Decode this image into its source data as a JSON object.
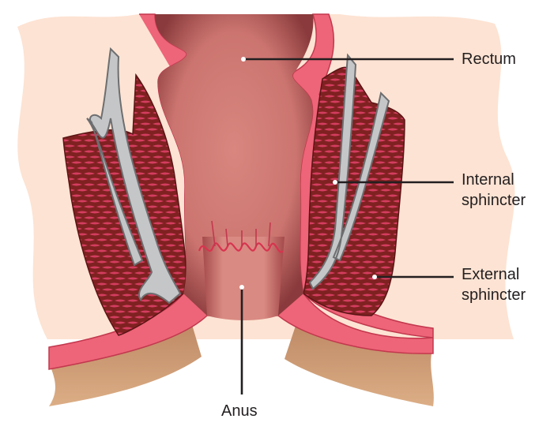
{
  "labels": {
    "rectum": "Rectum",
    "internal_sphincter": [
      "Internal",
      "sphincter"
    ],
    "external_sphincter": [
      "External",
      "sphincter"
    ],
    "anus": "Anus"
  },
  "colors": {
    "background_tissue": "#fde3d3",
    "skin": "#c9966f",
    "wall": "#ee6478",
    "wall_edge": "#c2384e",
    "lumen": "#d4807a",
    "lumen_dark": "#8a3a3c",
    "muscle_bg": "#7f2121",
    "muscle_fiber": "#d43d5f",
    "sphincter_grey": "#c4c6c8",
    "sphincter_edge": "#6d6e70",
    "leader_line": "#231f20"
  }
}
